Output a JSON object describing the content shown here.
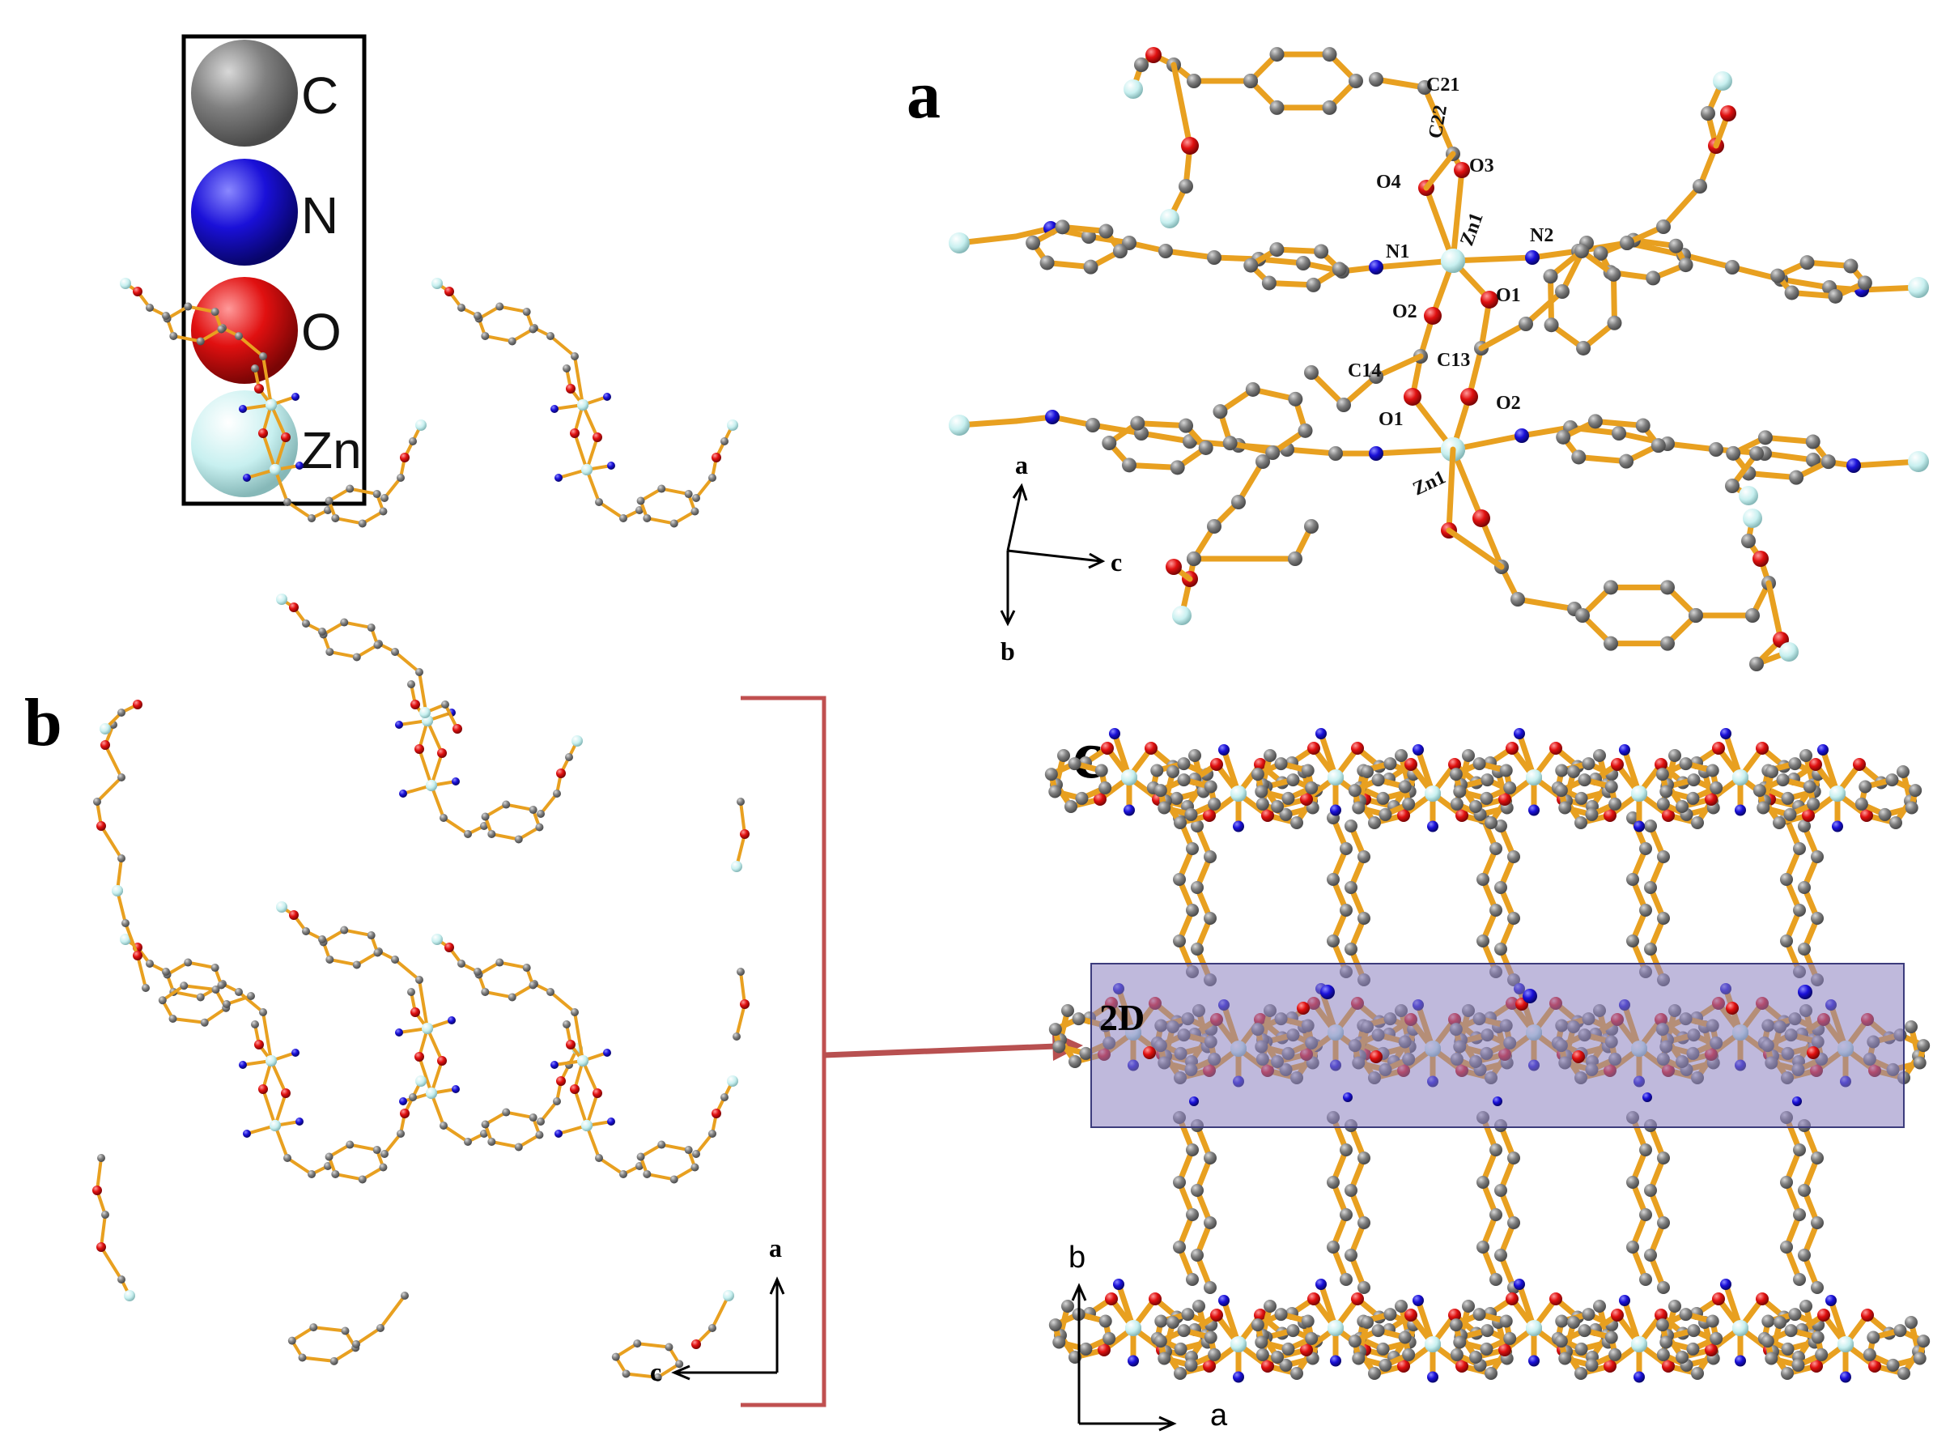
{
  "legend": {
    "items": [
      {
        "symbol": "C",
        "color": "#777777"
      },
      {
        "symbol": "N",
        "color": "#1a10d8"
      },
      {
        "symbol": "O",
        "color": "#e01010"
      },
      {
        "symbol": "Zn",
        "color": "#c8f0f0"
      }
    ]
  },
  "panels": {
    "a": {
      "label": "a",
      "atom_labels": [
        "C21",
        "C22",
        "O3",
        "O4",
        "Zn1",
        "N1",
        "N2",
        "O2",
        "O1",
        "C14",
        "C13",
        "O1",
        "O2",
        "Zn1"
      ],
      "axes": {
        "a": "a",
        "b": "b",
        "c": "c"
      }
    },
    "b": {
      "label": "b",
      "axes": {
        "a": "a",
        "c": "c"
      }
    },
    "c": {
      "label": "c",
      "tag": "2D",
      "axes": {
        "b": "b",
        "a": "a"
      }
    }
  },
  "colors": {
    "bond": "#e8a020",
    "carbon": "#777777",
    "nitrogen": "#1a10d8",
    "oxygen": "#e01010",
    "zinc": "#c8f0f0",
    "bracket": "#c05050",
    "highlight": "#8a80c0"
  }
}
